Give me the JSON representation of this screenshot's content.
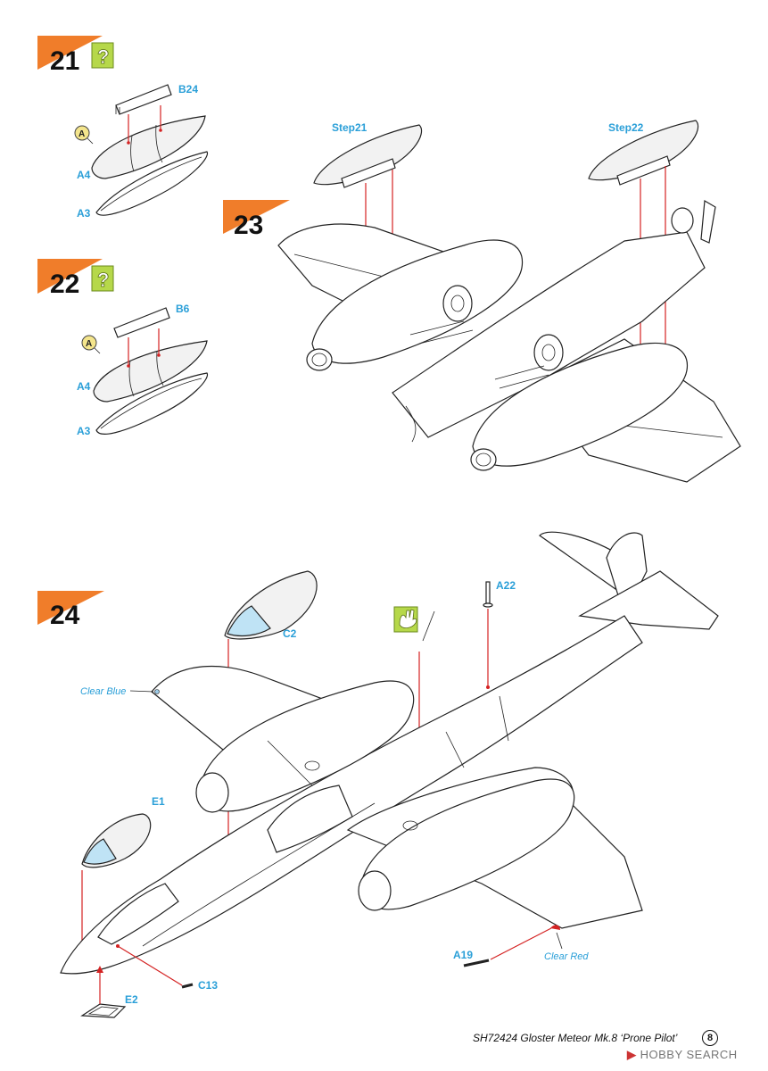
{
  "steps": [
    {
      "number": "21",
      "parts": [
        "B24",
        "A4",
        "A3"
      ],
      "has_question_icon": true
    },
    {
      "number": "22",
      "parts": [
        "B6",
        "A4",
        "A3"
      ],
      "has_question_icon": true
    },
    {
      "number": "23",
      "callouts": [
        "Step21",
        "Step22"
      ]
    },
    {
      "number": "24",
      "parts": [
        "A22",
        "C2",
        "E1",
        "C13",
        "E2",
        "A19"
      ],
      "notes": [
        "Clear Blue",
        "Clear Red"
      ]
    }
  ],
  "option_marker": "A",
  "footer": {
    "product": "SH72424  Gloster Meteor Mk.8 ‘Prone Pilot’",
    "page": "8"
  },
  "watermark": "HOBBY SEARCH",
  "colors": {
    "step_tab": "#f07d2a",
    "part_label": "#2a9fd8",
    "leader": "#d42222",
    "icon_box": "#b6d84a"
  }
}
